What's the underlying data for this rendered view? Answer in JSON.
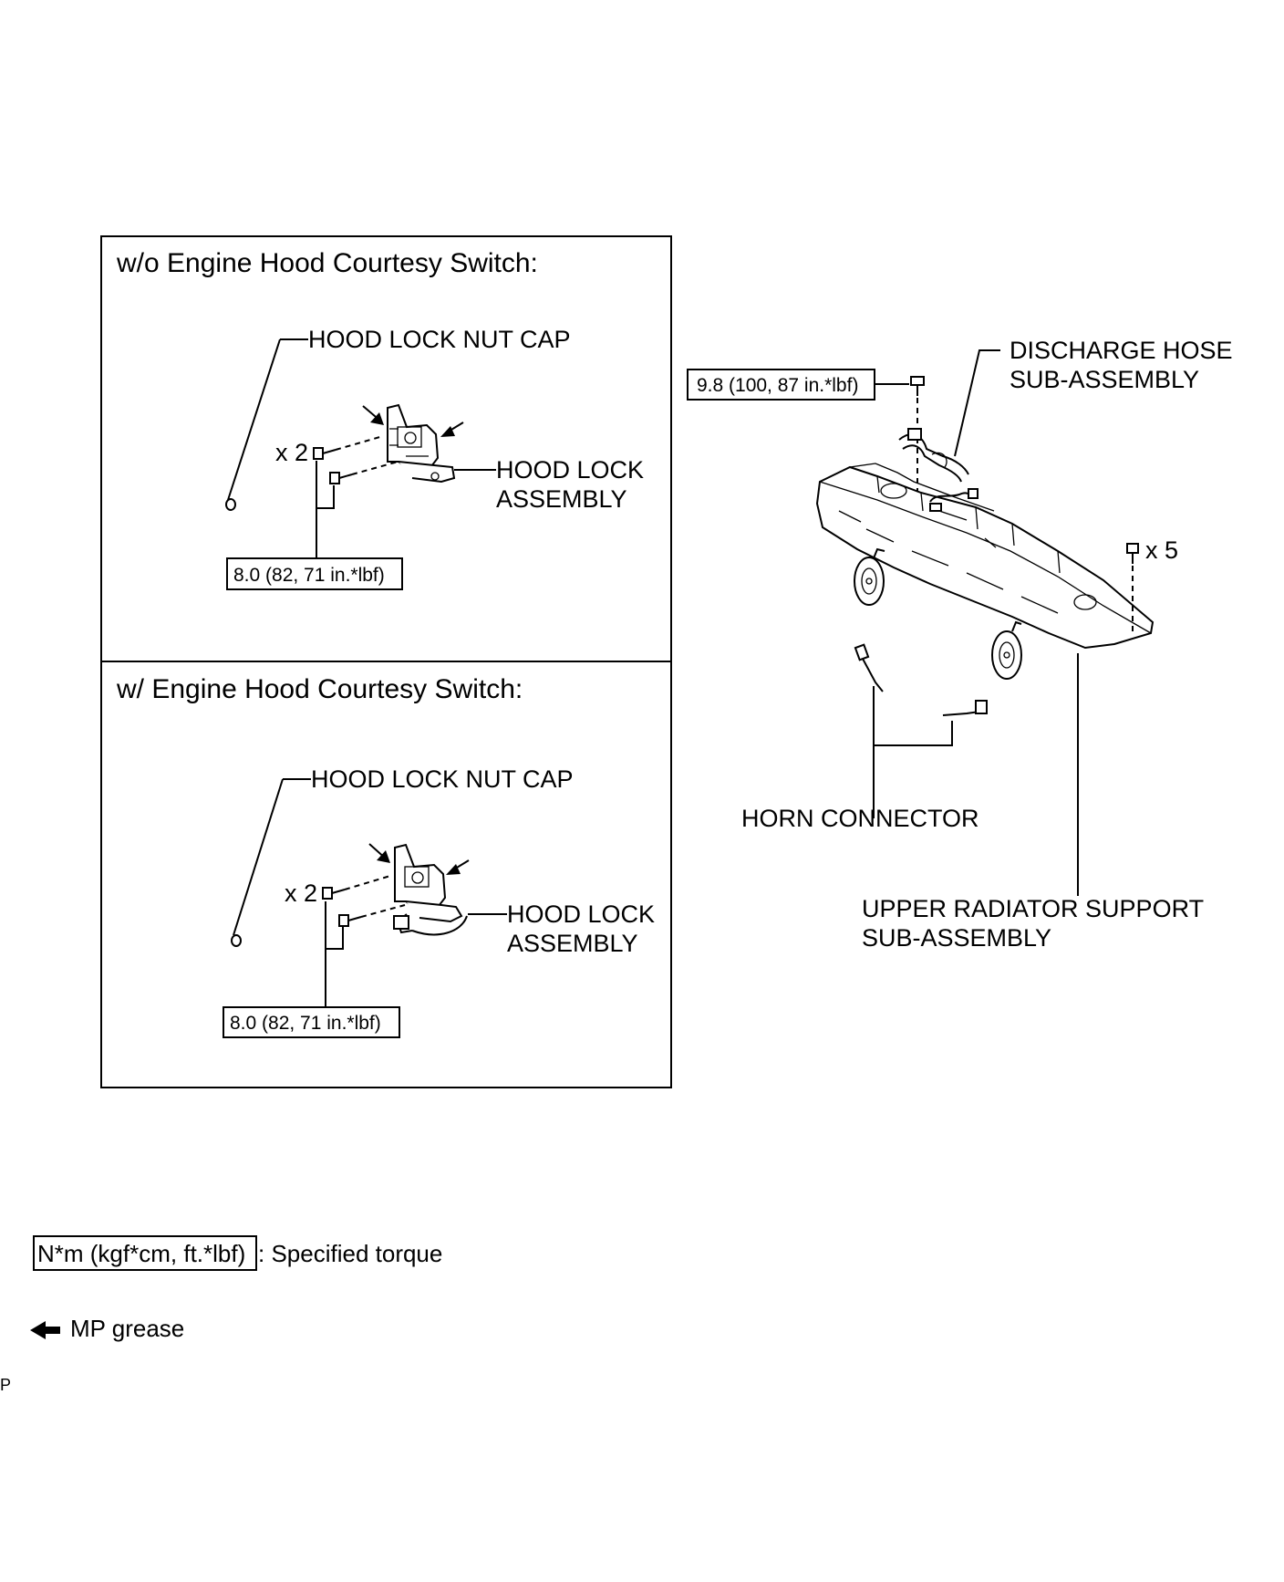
{
  "panels": {
    "without_switch": {
      "title": "w/o Engine Hood Courtesy Switch:",
      "nut_cap_label": "HOOD LOCK NUT CAP",
      "qty": "x 2",
      "assembly_label_1": "HOOD LOCK",
      "assembly_label_2": "ASSEMBLY",
      "torque": "8.0 (82, 71 in.*lbf)"
    },
    "with_switch": {
      "title": "w/ Engine Hood Courtesy Switch:",
      "nut_cap_label": "HOOD LOCK NUT CAP",
      "qty": "x 2",
      "assembly_label_1": "HOOD LOCK",
      "assembly_label_2": "ASSEMBLY",
      "torque": "8.0 (82, 71 in.*lbf)"
    }
  },
  "main": {
    "torque": "9.8 (100, 87 in.*lbf)",
    "discharge_hose_1": "DISCHARGE HOSE",
    "discharge_hose_2": "SUB-ASSEMBLY",
    "qty": "x 5",
    "horn_connector": "HORN CONNECTOR",
    "radiator_support_1": "UPPER RADIATOR SUPPORT",
    "radiator_support_2": "SUB-ASSEMBLY"
  },
  "legend": {
    "torque_unit": "N*m (kgf*cm, ft.*lbf)",
    "torque_desc": ": Specified torque",
    "grease_desc": "MP grease"
  },
  "footer_mark": "P"
}
